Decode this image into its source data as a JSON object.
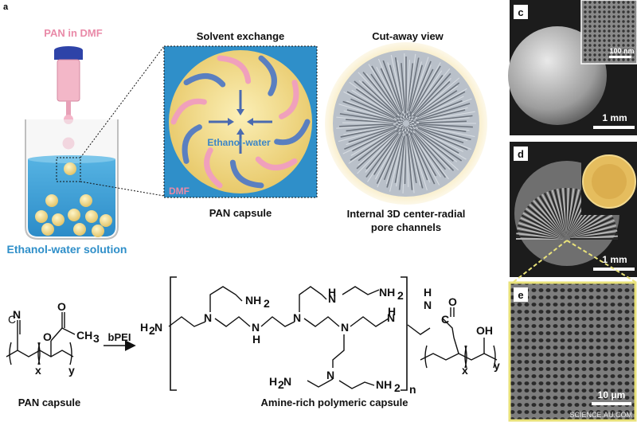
{
  "panel_letters": {
    "a": "a",
    "c": "c",
    "d": "d",
    "e": "e"
  },
  "beaker": {
    "syringe_label": "PAN in DMF",
    "solution_label": "Ethanol-water solution"
  },
  "solvent_exchange": {
    "title": "Solvent exchange",
    "inner_label": "Ethanol-water",
    "corner_label": "DMF",
    "caption": "PAN capsule"
  },
  "cutaway": {
    "title": "Cut-away view",
    "caption_line1": "Internal 3D center-radial",
    "caption_line2": "pore channels"
  },
  "micrographs": {
    "c": {
      "scale": "1 mm",
      "inset_scale": "100 nm"
    },
    "d": {
      "scale": "1 mm"
    },
    "e": {
      "scale": "10 μm"
    }
  },
  "reaction": {
    "reagent": "bPEI",
    "left_caption": "PAN capsule",
    "right_caption": "Amine-rich polymeric capsule",
    "subscript_x": "x",
    "subscript_y": "y",
    "subscript_n": "n"
  },
  "watermark": "SCIENCE.AU.COM",
  "colors": {
    "solution_blue": "#3a9fd6",
    "capsule_yellow": "#f2dc8c",
    "pink_arrow": "#f0a0bc",
    "blue_arrow": "#5a7fc0",
    "label_pink": "#e98aa8",
    "label_blue": "#2f8fc9",
    "syringe_cap": "#2e43a8",
    "micrograph_border": "#e9e27a"
  }
}
